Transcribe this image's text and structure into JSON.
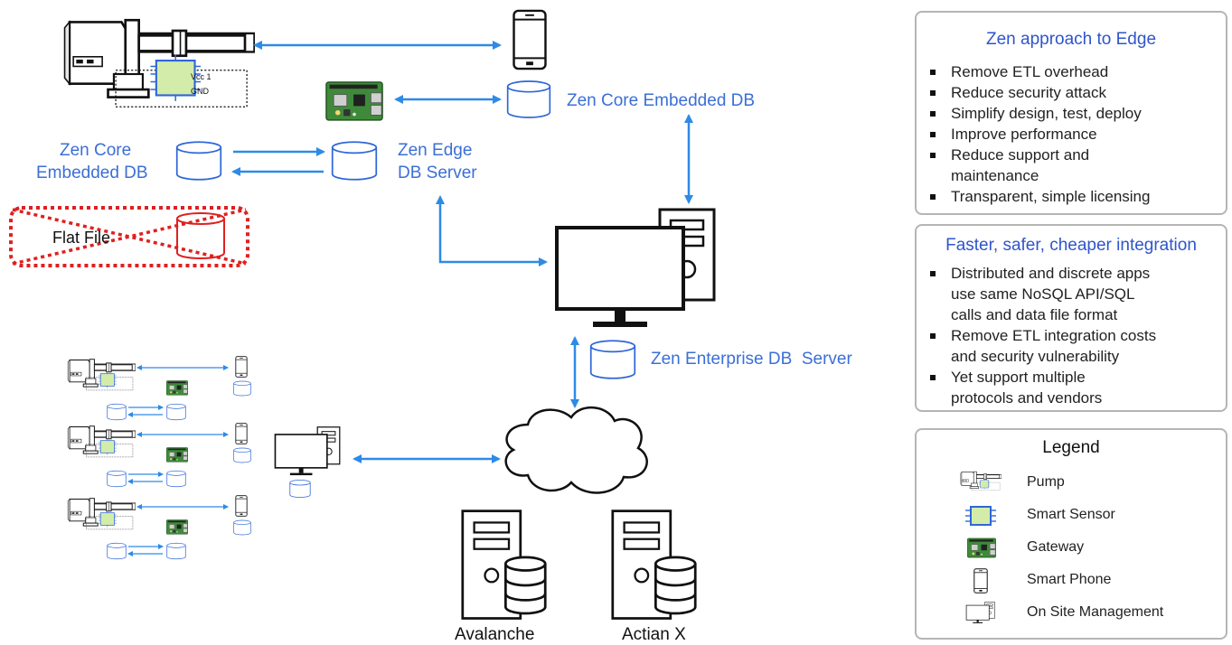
{
  "diagram": {
    "labels": {
      "zen_core_embedded_right": "Zen Core Embedded DB",
      "zen_core_left_line1": "Zen Core",
      "zen_core_left_line2": "Embedded DB",
      "zen_edge_line1": "Zen Edge",
      "zen_edge_line2": "DB Server",
      "flat_file": "Flat File",
      "zen_enterprise": "Zen Enterprise DB  Server",
      "avalanche": "Avalanche",
      "actian_x": "Actian X",
      "sensor_pins": [
        "Vcc 1",
        "GND"
      ]
    }
  },
  "panels": {
    "approach": {
      "title": "Zen approach to Edge",
      "items": [
        "Remove ETL overhead",
        "Reduce security attack",
        "Simplify design, test, deploy",
        "Improve performance",
        "Reduce support and",
        "maintenance",
        "Transparent, simple licensing"
      ]
    },
    "integration": {
      "title": "Faster, safer, cheaper integration",
      "items": [
        "Distributed and discrete apps",
        "use same NoSQL API/SQL",
        "calls and data file format",
        "Remove ETL integration costs",
        "and security vulnerability",
        "Yet support multiple",
        "protocols and vendors"
      ]
    },
    "legend": {
      "title": "Legend",
      "items": [
        {
          "label": "Pump",
          "icon": "pump-icon"
        },
        {
          "label": "Smart Sensor",
          "icon": "smart-sensor-icon"
        },
        {
          "label": "Gateway",
          "icon": "gateway-icon"
        },
        {
          "label": "Smart Phone",
          "icon": "smart-phone-icon"
        },
        {
          "label": "On Site Management",
          "icon": "on-site-management-icon"
        }
      ]
    }
  },
  "colors": {
    "arrow": "#2e8ae6",
    "label": "#3b6fd6",
    "title": "#2f55c9",
    "flat_file": "#e02020",
    "cylinder": "#2f67d8",
    "gateway_board": "#2e7d32"
  }
}
